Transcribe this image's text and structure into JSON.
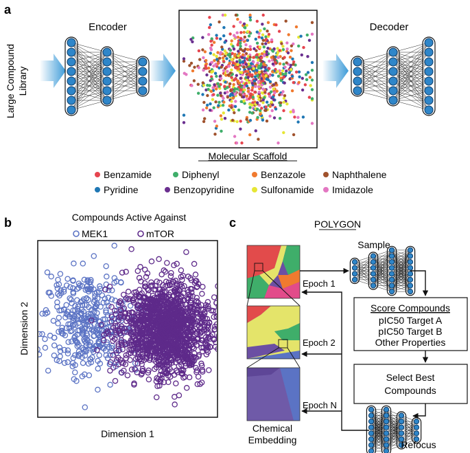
{
  "panel_a": {
    "letter": "a",
    "input_label_line1": "Large Compound",
    "input_label_line2": "Library",
    "encoder_label": "Encoder",
    "decoder_label": "Decoder",
    "scaffold_label": "Molecular Scaffold",
    "legend": [
      {
        "name": "Benzamide",
        "color": "#e6454f"
      },
      {
        "name": "Diphenyl",
        "color": "#3fae6a"
      },
      {
        "name": "Benzazole",
        "color": "#f07a2f"
      },
      {
        "name": "Naphthalene",
        "color": "#a0522d"
      },
      {
        "name": "Pyridine",
        "color": "#1f77b4"
      },
      {
        "name": "Benzopyridine",
        "color": "#6a2f8f"
      },
      {
        "name": "Sulfonamide",
        "color": "#e6e635"
      },
      {
        "name": "Imidazole",
        "color": "#e377c2"
      }
    ]
  },
  "panel_b": {
    "letter": "b",
    "title": "Compounds Active Against",
    "series": [
      {
        "name": "MEK1",
        "color": "#5b73c4"
      },
      {
        "name": "mTOR",
        "color": "#5e2a8a"
      }
    ],
    "xlabel": "Dimension 1",
    "ylabel": "Dimension 2"
  },
  "panel_c": {
    "letter": "c",
    "title": "POLYGON",
    "sample_label": "Sample",
    "score_title": "Score Compounds",
    "score_lines": [
      "pIC50 Target A",
      "pIC50 Target B",
      "Other Properties"
    ],
    "select_line1": "Select Best",
    "select_line2": "Compounds",
    "refocus_label": "Refocus",
    "epochs": [
      "Epoch 1",
      "Epoch 2",
      "Epoch N"
    ],
    "embedding_line1": "Chemical",
    "embedding_line2": "Embedding"
  }
}
